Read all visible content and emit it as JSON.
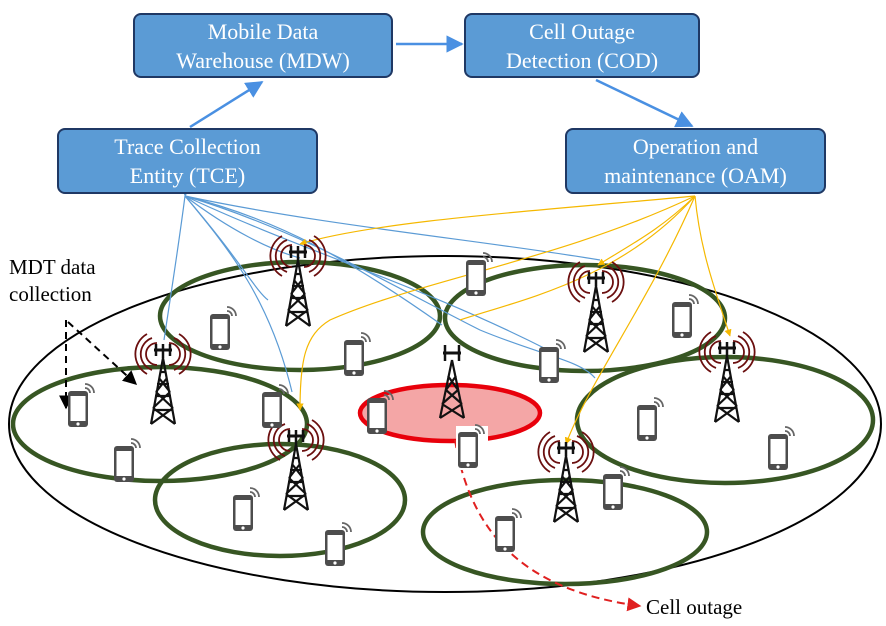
{
  "boxes": {
    "mdw": {
      "line1": "Mobile Data",
      "line2": "Warehouse (MDW)"
    },
    "cod": {
      "line1": "Cell Outage",
      "line2": "Detection (COD)"
    },
    "tce": {
      "line1": "Trace Collection",
      "line2": "Entity (TCE)"
    },
    "oam": {
      "line1": "Operation and",
      "line2": "maintenance (OAM)"
    }
  },
  "labels": {
    "mdt_line1": "MDT data",
    "mdt_line2": "collection",
    "cell_outage": "Cell outage"
  },
  "colors": {
    "box_fill": "#5b9bd5",
    "box_border": "#1f3864",
    "flow_arrow": "#4a90e2",
    "collection_line": "#5b9bd5",
    "control_line": "#f5b800",
    "cell_ring": "#375623",
    "outage_ring": "#e8000b",
    "outage_fill": "#f4a6a6",
    "outage_arrow": "#e02020"
  },
  "icons": {
    "tower": "cell-tower-icon",
    "phone": "smartphone-icon"
  }
}
